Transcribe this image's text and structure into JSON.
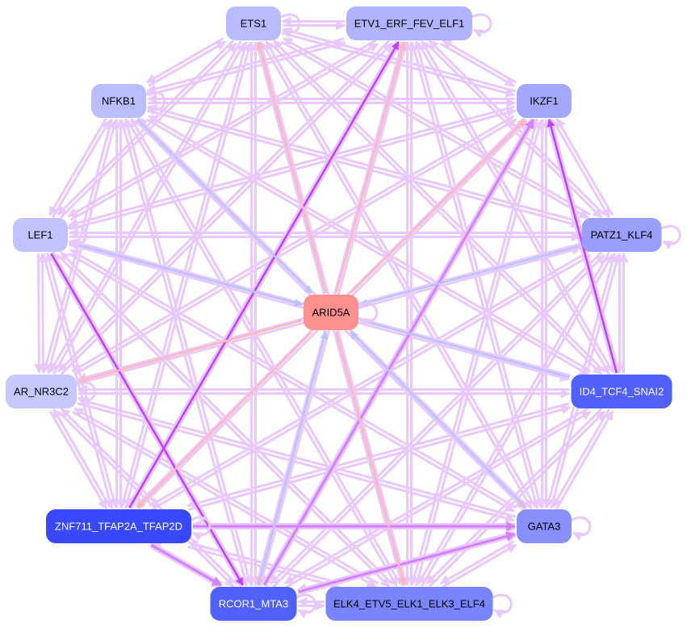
{
  "nodes": [
    {
      "id": "ETS1",
      "label": "ETS1",
      "color": "#b8bcff",
      "text_color": "#000000"
    },
    {
      "id": "ETV1",
      "label": "ETV1_ERF_FEV_ELF1",
      "color": "#b0b4fc",
      "text_color": "#000000"
    },
    {
      "id": "IKZF1",
      "label": "IKZF1",
      "color": "#a4a8fc",
      "text_color": "#000000"
    },
    {
      "id": "NFKB1",
      "label": "NFKB1",
      "color": "#babdfe",
      "text_color": "#000000"
    },
    {
      "id": "LEF1",
      "label": "LEF1",
      "color": "#c0c3fe",
      "text_color": "#000000"
    },
    {
      "id": "PATZ1",
      "label": "PATZ1_KLF4",
      "color": "#9a9efc",
      "text_color": "#000000"
    },
    {
      "id": "ARID5A",
      "label": "ARID5A",
      "color": "#ff9090",
      "text_color": "#000000"
    },
    {
      "id": "AR",
      "label": "AR_NR3C2",
      "color": "#c6c8fe",
      "text_color": "#000000"
    },
    {
      "id": "ID4",
      "label": "ID4_TCF4_SNAI2",
      "color": "#5060f8",
      "text_color": "#ffffff"
    },
    {
      "id": "ZNF711",
      "label": "ZNF711_TFAP2A_TFAP2D",
      "color": "#3848ff",
      "text_color": "#ffffff"
    },
    {
      "id": "GATA3",
      "label": "GATA3",
      "color": "#8890fc",
      "text_color": "#000000"
    },
    {
      "id": "RCOR1",
      "label": "RCOR1_MTA3",
      "color": "#5060fa",
      "text_color": "#ffffff"
    },
    {
      "id": "ELK4",
      "label": "ELK4_ETV5_ELK1_ELK3_ELF4",
      "color": "#7a84fc",
      "text_color": "#000000"
    }
  ],
  "edge_colors": {
    "default": "#e8c8ff",
    "strong": "#c040ff",
    "medium": "#d480ff",
    "repress": "#ffb8b8",
    "activate": "#b8c4ff"
  },
  "all_pairs_default": true,
  "self_loops": [
    "ETS1",
    "ETV1",
    "NFKB1",
    "LEF1",
    "PATZ1",
    "ARID5A",
    "AR",
    "GATA3",
    "RCOR1",
    "ELK4",
    "ZNF711"
  ],
  "special_edges": [
    {
      "from": "ID4",
      "to": "IKZF1",
      "type": "strong"
    },
    {
      "from": "ZNF711",
      "to": "ETV1",
      "type": "strong"
    },
    {
      "from": "ZNF711",
      "to": "GATA3",
      "type": "medium"
    },
    {
      "from": "RCOR1",
      "to": "GATA3",
      "type": "medium"
    },
    {
      "from": "ZNF711",
      "to": "RCOR1",
      "type": "medium"
    },
    {
      "from": "LEF1",
      "to": "RCOR1",
      "type": "strong"
    },
    {
      "from": "RCOR1",
      "to": "IKZF1",
      "type": "medium"
    },
    {
      "from": "ARID5A",
      "to": "ETS1",
      "type": "repress"
    },
    {
      "from": "ARID5A",
      "to": "ETV1",
      "type": "repress"
    },
    {
      "from": "ARID5A",
      "to": "IKZF1",
      "type": "repress"
    },
    {
      "from": "ARID5A",
      "to": "LEF1",
      "type": "repress"
    },
    {
      "from": "ARID5A",
      "to": "AR",
      "type": "repress"
    },
    {
      "from": "ARID5A",
      "to": "GATA3",
      "type": "repress"
    },
    {
      "from": "ARID5A",
      "to": "ELK4",
      "type": "repress"
    },
    {
      "from": "ARID5A",
      "to": "RCOR1",
      "type": "repress"
    },
    {
      "from": "ARID5A",
      "to": "ZNF711",
      "type": "repress"
    },
    {
      "from": "NFKB1",
      "to": "ARID5A",
      "type": "activate"
    },
    {
      "from": "LEF1",
      "to": "ARID5A",
      "type": "activate"
    },
    {
      "from": "PATZ1",
      "to": "ARID5A",
      "type": "activate"
    },
    {
      "from": "ID4",
      "to": "ARID5A",
      "type": "activate"
    },
    {
      "from": "RCOR1",
      "to": "ARID5A",
      "type": "activate"
    },
    {
      "from": "GATA3",
      "to": "ARID5A",
      "type": "activate"
    }
  ]
}
